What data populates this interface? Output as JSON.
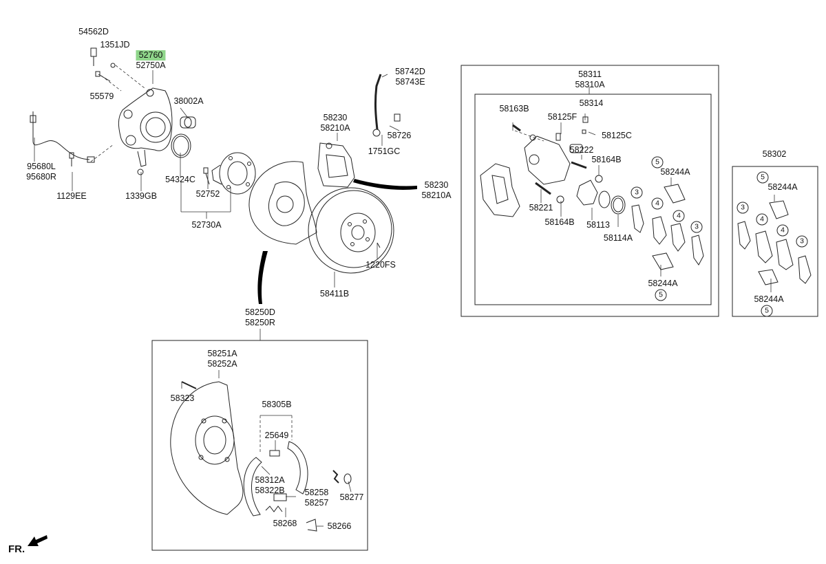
{
  "labels": {
    "p54562D": "54562D",
    "p1351JD": "1351JD",
    "p52760": "52760",
    "p52750A": "52750A",
    "p55579": "55579",
    "p38002A": "38002A",
    "p95680L": "95680L",
    "p95680R": "95680R",
    "p1129EE": "1129EE",
    "p1339GB": "1339GB",
    "p54324C": "54324C",
    "p52752": "52752",
    "p52730A": "52730A",
    "p58742D": "58742D",
    "p58743E": "58743E",
    "p58230": "58230",
    "p58210A": "58210A",
    "p58726": "58726",
    "p1751GC": "1751GC",
    "p1220FS": "1220FS",
    "p58411B": "58411B",
    "p58250D": "58250D",
    "p58250R": "58250R",
    "p58311": "58311",
    "p58310A": "58310A",
    "p58163B": "58163B",
    "p58314": "58314",
    "p58125F": "58125F",
    "p58125C": "58125C",
    "p58222": "58222",
    "p58164B": "58164B",
    "p58244A": "58244A",
    "p58221": "58221",
    "p58113": "58113",
    "p58114A": "58114A",
    "p58302": "58302",
    "p58251A": "58251A",
    "p58252A": "58252A",
    "p58323": "58323",
    "p58305B": "58305B",
    "p25649": "25649",
    "p58312A": "58312A",
    "p58322B": "58322B",
    "p58258": "58258",
    "p58257": "58257",
    "p58277": "58277",
    "p58268": "58268",
    "p58266": "58266"
  },
  "refs": {
    "three": "3",
    "four": "4",
    "five": "5"
  },
  "highlight": {
    "part": "52760",
    "color": "#8fd68a"
  },
  "direction": {
    "label": "FR.",
    "icon": "front-arrow-icon"
  }
}
